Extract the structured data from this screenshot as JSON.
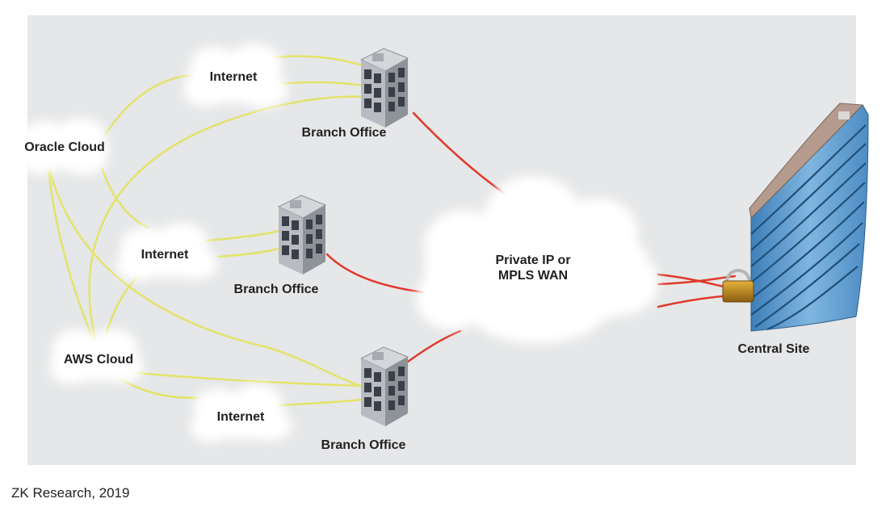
{
  "diagram": {
    "nodes": {
      "internet_top": "Internet",
      "internet_mid": "Internet",
      "internet_bottom": "Internet",
      "oracle_cloud": "Oracle Cloud",
      "aws_cloud": "AWS Cloud",
      "branch_top": "Branch Office",
      "branch_mid": "Branch Office",
      "branch_bottom": "Branch Office",
      "wan_line1": "Private IP or",
      "wan_line2": "MPLS WAN",
      "central_site": "Central Site"
    },
    "colors": {
      "panel_background": "#e6e7e8",
      "internet_link": "#e3e36a",
      "wan_link": "#e0392b",
      "cloud_fill": "#ffffff",
      "building_tower": "#5b9bd5",
      "lock": "#c8961e"
    }
  },
  "footer": {
    "source": "ZK Research, 2019"
  }
}
